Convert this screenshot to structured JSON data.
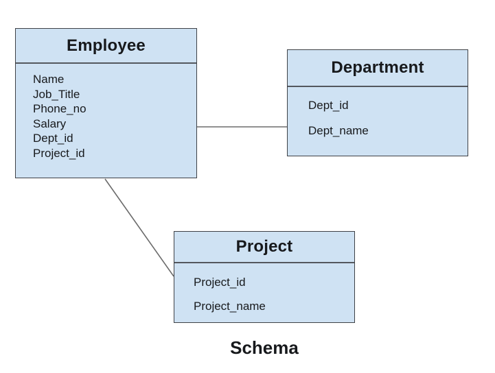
{
  "diagram": {
    "caption": "Schema"
  },
  "entities": [
    {
      "title": "Employee",
      "fields": [
        "Name",
        "Job_Title",
        "Phone_no",
        "Salary",
        "Dept_id",
        "Project_id"
      ]
    },
    {
      "title": "Department",
      "fields": [
        "Dept_id",
        "Dept_name"
      ]
    },
    {
      "title": "Project",
      "fields": [
        "Project_id",
        "Project_name"
      ]
    }
  ],
  "relationships": [
    {
      "from": "Employee",
      "to": "Department"
    },
    {
      "from": "Employee",
      "to": "Project"
    }
  ],
  "colors": {
    "entity-fill": "#cfe2f3",
    "entity-border": "#3d4045",
    "entity-divider": "#53575d",
    "connector": "#6b6b6b",
    "text": "#17191c",
    "background": "#ffffff"
  }
}
